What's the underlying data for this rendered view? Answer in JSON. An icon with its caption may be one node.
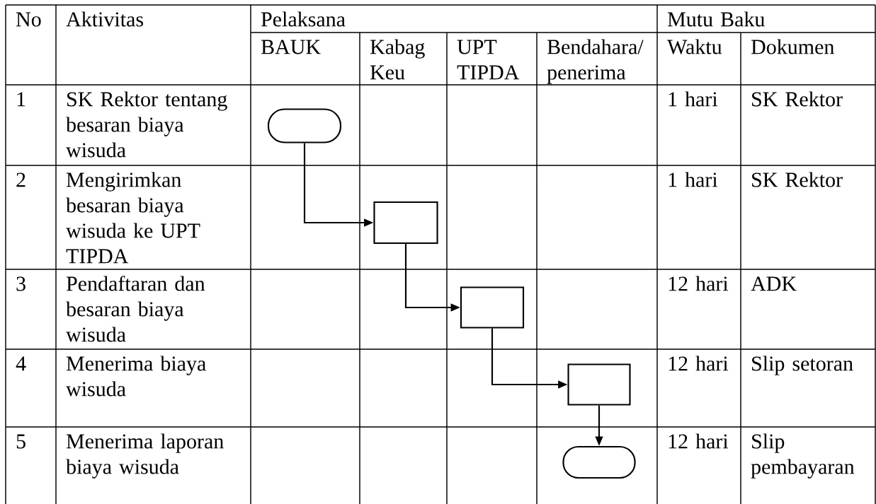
{
  "diagram": {
    "nodes": [
      {
        "text": [],
        "shape": "terminal"
      },
      {
        "text": [],
        "shape": "box"
      },
      {
        "text": [],
        "shape": "box"
      },
      {
        "text": [],
        "shape": "box"
      },
      {
        "text": [],
        "shape": "terminal"
      }
    ],
    "edges": [
      {
        "from": 0,
        "to": 1,
        "arrow": "to"
      },
      {
        "from": 1,
        "to": 2,
        "arrow": "to"
      },
      {
        "from": 2,
        "to": 3,
        "arrow": "to"
      },
      {
        "from": 3,
        "to": 4,
        "arrow": "to"
      }
    ],
    "labels": [
      "No",
      "Aktivitas",
      "Pelaksana",
      "Mutu Baku",
      "BAUK",
      "Kabag Keu",
      "UPT TIPDA",
      "Bendahara/ penerima",
      "Waktu",
      "Dokumen",
      "1",
      "SK Rektor tentang besaran biaya wisuda",
      "1 hari",
      "SK Rektor",
      "2",
      "Mengirimkan besaran biaya wisuda ke UPT TIPDA",
      "1 hari",
      "SK Rektor",
      "3",
      "Pendaftaran dan besaran biaya wisuda",
      "12 hari",
      "ADK",
      "4",
      "Menerima biaya wisuda",
      "12 hari",
      "Slip setoran",
      "5",
      "Menerima laporan biaya wisuda",
      "12 hari",
      "Slip pembayaran"
    ]
  }
}
